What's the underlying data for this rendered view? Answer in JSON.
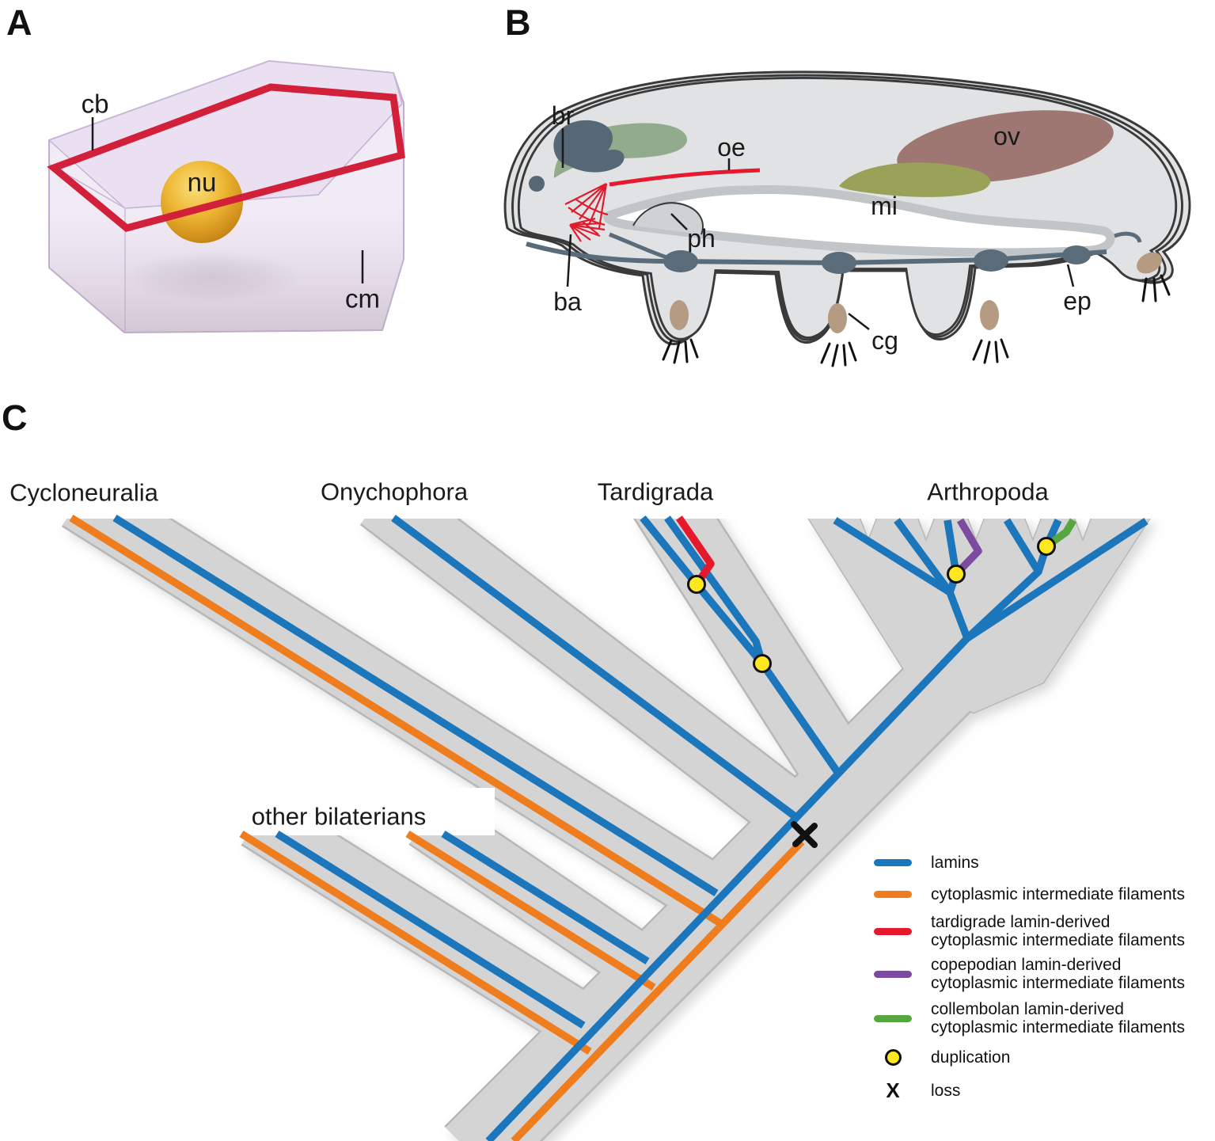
{
  "panelA": {
    "letter": "A",
    "labels": {
      "cb": "cb",
      "nu": "nu",
      "cm": "cm"
    }
  },
  "panelB": {
    "letter": "B",
    "labels": {
      "br": "br",
      "oe": "oe",
      "ov": "ov",
      "mi": "mi",
      "ph": "ph",
      "ba": "ba",
      "cg": "cg",
      "ep": "ep"
    }
  },
  "panelC": {
    "letter": "C",
    "clade_labels": {
      "cycloneuralia": "Cycloneuralia",
      "onychophora": "Onychophora",
      "tardigrada": "Tardigrada",
      "arthropoda": "Arthropoda",
      "other": "other bilaterians"
    },
    "legend": {
      "lamins": "lamins",
      "cif": "cytoplasmic intermediate filaments",
      "tardigrade1": "tardigrade lamin-derived",
      "tardigrade2": "cytoplasmic intermediate filaments",
      "copepodian1": "copepodian lamin-derived",
      "copepodian2": "cytoplasmic intermediate filaments",
      "collembolan1": "collembolan lamin-derived",
      "collembolan2": "cytoplasmic intermediate filaments",
      "duplication": "duplication",
      "loss": "loss"
    },
    "colors": {
      "lamins": "#1b76bb",
      "cytoplasmic_if": "#ef7d1e",
      "tardigrade_cif": "#e4192c",
      "copepodian_cif": "#7c4a9e",
      "collembolan_cif": "#56a73e",
      "duplication_fill": "#ffe81f",
      "band_grey": "#d4d4d4"
    },
    "events": {
      "duplication_count": 4,
      "loss_count": 1
    }
  }
}
